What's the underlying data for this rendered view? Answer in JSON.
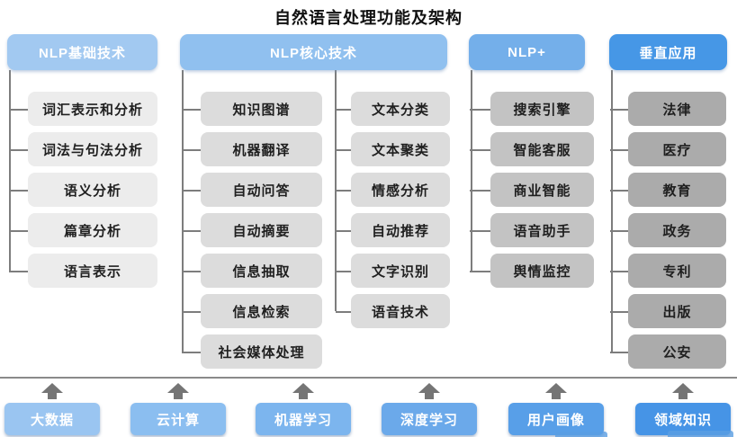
{
  "title": "自然语言处理功能及架构",
  "columns": [
    {
      "header": "NLP基础技术",
      "header_color": "#a2c9f1",
      "item_color": "#ececec",
      "items": [
        "词汇表示和分析",
        "词法与句法分析",
        "语义分析",
        "篇章分析",
        "语言表示"
      ]
    },
    {
      "header": "NLP核心技术",
      "header_color": "#90c0ef",
      "item_color": "#dcdcdc",
      "items_left": [
        "知识图谱",
        "机器翻译",
        "自动问答",
        "自动摘要",
        "信息抽取",
        "信息检索",
        "社会媒体处理"
      ],
      "items_right": [
        "文本分类",
        "文本聚类",
        "情感分析",
        "自动推荐",
        "文字识别",
        "语音技术"
      ]
    },
    {
      "header": "NLP+",
      "header_color": "#74afea",
      "item_color": "#c3c3c3",
      "items": [
        "搜索引擎",
        "智能客服",
        "商业智能",
        "语音助手",
        "舆情监控"
      ]
    },
    {
      "header": "垂直应用",
      "header_color": "#4697e6",
      "item_color": "#ababab",
      "items": [
        "法律",
        "医疗",
        "教育",
        "政务",
        "专利",
        "出版",
        "公安"
      ]
    }
  ],
  "foundation": {
    "items": [
      {
        "label": "大数据",
        "color": "#9ac5f1"
      },
      {
        "label": "云计算",
        "color": "#8bbef0"
      },
      {
        "label": "机器学习",
        "color": "#7cb5ee"
      },
      {
        "label": "深度学习",
        "color": "#6ba9ea"
      },
      {
        "label": "用户画像",
        "color": "#589fe8"
      },
      {
        "label": "领域知识",
        "color": "#4694e6"
      }
    ]
  },
  "colors": {
    "connector": "#7d7d7d",
    "separator": "#8a8a8a",
    "arrow": "#757575",
    "title_text": "#111111",
    "box_text": "#1f1f1f"
  }
}
